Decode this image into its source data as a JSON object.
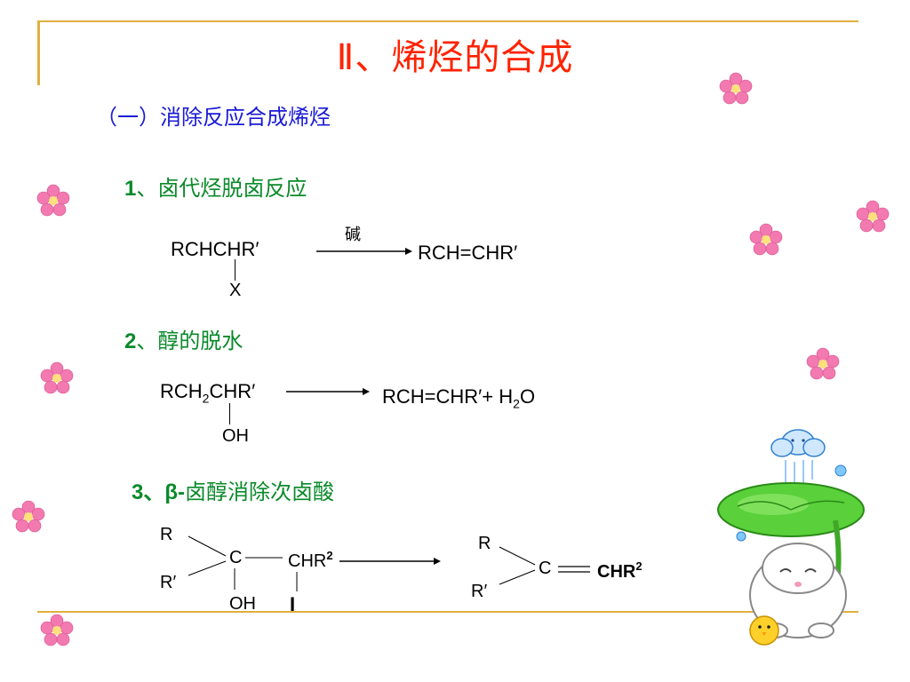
{
  "slide": {
    "title": "Ⅱ、烯烃的合成",
    "subtitle": "（一）消除反应合成烯烃"
  },
  "section1": {
    "number": "1",
    "label": "、卤代烃脱卤反应",
    "reactant": "RCHCHR′",
    "substituent": "X",
    "reagent": "碱",
    "product": "RCH=CHR′"
  },
  "section2": {
    "number": "2",
    "label": "、醇的脱水",
    "reactant_main": "RCH",
    "reactant_sub": "2",
    "reactant_tail": "CHR′",
    "substituent": "OH",
    "product_main": "RCH=CHR′+  H",
    "product_sub": "2",
    "product_tail": "O"
  },
  "section3": {
    "number": "3",
    "label_greek": "、β-",
    "label": "卤醇消除次卤酸",
    "r_top": "R",
    "r_bottom": "R′",
    "carbon": "C",
    "oh": "OH",
    "chr": "CHR",
    "chr_sup": "2",
    "halogen": "I",
    "prod_r_top": "R",
    "prod_r_bottom": "R′",
    "prod_carbon": "C",
    "prod_chr": "CHR",
    "prod_chr_sup": "2"
  },
  "colors": {
    "title": "#ff2200",
    "subtitle": "#1a1ad6",
    "section": "#0a8a2a",
    "frame_line": "#e0b040"
  }
}
